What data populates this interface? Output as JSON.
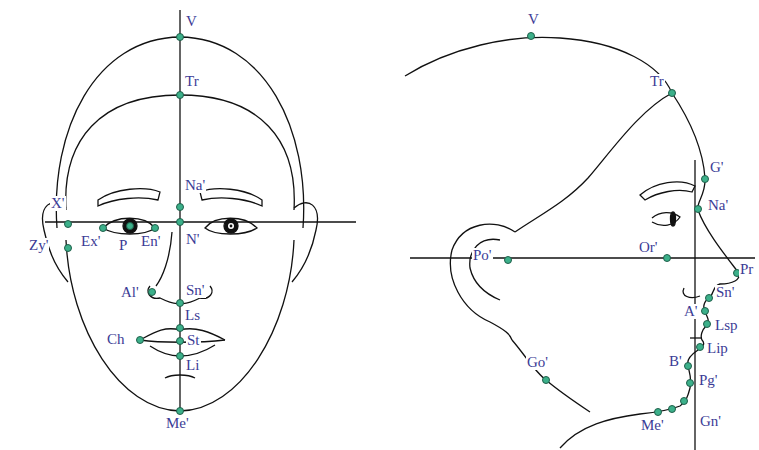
{
  "diagram": {
    "labels": [
      "V",
      "Tr",
      "Na'",
      "X'",
      "Zy'",
      "Ex'",
      "P",
      "En'",
      "N'",
      "Sn'",
      "Al'",
      "Ls",
      "Ch",
      "St",
      "Li",
      "Me'",
      "V",
      "Tr",
      "G'",
      "Na'",
      "Po'",
      "Or'",
      "Pr",
      "Sn'",
      "A'",
      "Lsp",
      "Lip",
      "B'",
      "Pg'",
      "Go'",
      "Me'",
      "Gn'"
    ]
  }
}
